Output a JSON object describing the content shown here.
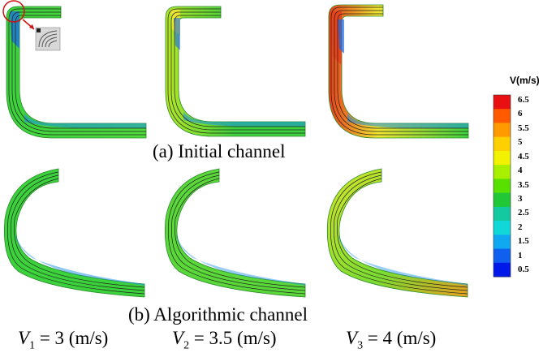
{
  "captions": {
    "initial": "(a) Initial channel",
    "algorithmic": "(b) Algorithmic channel"
  },
  "velocities": [
    {
      "symbol": "V",
      "sub": "1",
      "text": " = 3 (m/s)"
    },
    {
      "symbol": "V",
      "sub": "2",
      "text": " = 3.5 (m/s)"
    },
    {
      "symbol": "V",
      "sub": "3",
      "text": " = 4 (m/s)"
    }
  ],
  "legend": {
    "title": "V(m/s)",
    "ticks": [
      "6.5",
      "6",
      "5.5",
      "5",
      "4.5",
      "4",
      "3.5",
      "3",
      "2.5",
      "2",
      "1.5",
      "1",
      "0.5"
    ],
    "colors": [
      "#e81010",
      "#ff5a00",
      "#ff9a00",
      "#ffd000",
      "#f2f200",
      "#a8f000",
      "#58e000",
      "#20c838",
      "#14c8a0",
      "#10d8d8",
      "#10a8f0",
      "#1060f0",
      "#0018e8"
    ]
  },
  "colors": {
    "flow_green": "#3cd23c",
    "low_blue": "#1a90e6",
    "high_yellow": "#f0e632",
    "high_red": "#e8401a",
    "streamline": "#202020"
  }
}
